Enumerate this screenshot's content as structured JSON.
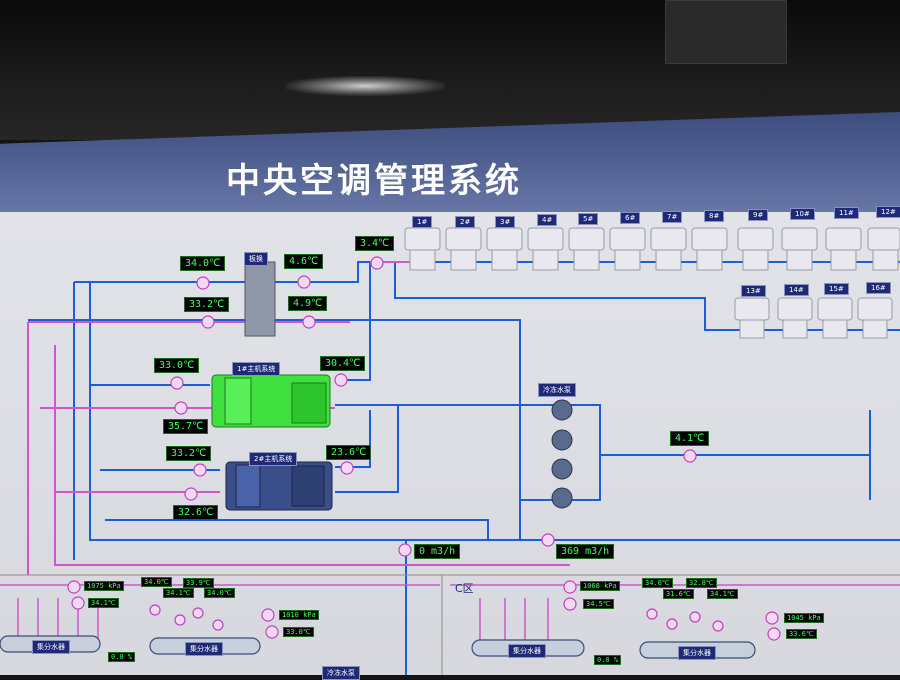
{
  "title": "中央空调管理系统",
  "heat_exchanger_label": "板换",
  "chiller1_label": "1#主机系统",
  "chiller2_label": "2#主机系统",
  "pump_group_label": "冷冻水泵",
  "zone_c_label": "C区",
  "tower_row1": [
    "1#",
    "2#",
    "3#",
    "4#",
    "5#",
    "6#",
    "7#",
    "8#",
    "9#",
    "10#",
    "11#",
    "12#"
  ],
  "tower_row2": [
    "13#",
    "14#",
    "15#",
    "16#"
  ],
  "readings": {
    "hx_in_top": "34.0℃",
    "hx_out_top": "4.6℃",
    "hx_in_bottom": "33.2℃",
    "hx_out_bottom": "4.9℃",
    "tower_supply": "3.4℃",
    "ch1_in": "33.0℃",
    "ch1_out": "30.4℃",
    "ch1_low": "35.7℃",
    "ch2_in": "33.2℃",
    "ch2_out": "23.6℃",
    "ch2_low": "32.6℃",
    "pump_main": "4.1℃",
    "flow_left": "0  m3/h",
    "flow_right": "369  m3/h",
    "left_pressure": "1075 kPa",
    "left_temp": "34.1℃",
    "left_b1": "34.0℃",
    "left_b2": "34.1℃",
    "left_b3": "33.9℃",
    "left_b4": "34.0℃",
    "left_p2": "1010 kPa",
    "left_t2": "33.0℃",
    "left_bottom": "0.0 %",
    "c_pressure": "1068 kPa",
    "c_temp": "34.5℃",
    "c_b1": "34.0℃",
    "c_b2": "32.8℃",
    "c_b3": "31.6℃",
    "c_b4": "34.1℃",
    "c_p2": "1045 kPa",
    "c_t2": "33.6℃",
    "c_bottom": "0.0 %"
  },
  "header_labels": {
    "left_collector": "集分水器",
    "left_sep": "集分水器",
    "c_collector": "集分水器",
    "c_sep": "集分水器",
    "bottom_tag": "冷冻水泵"
  }
}
